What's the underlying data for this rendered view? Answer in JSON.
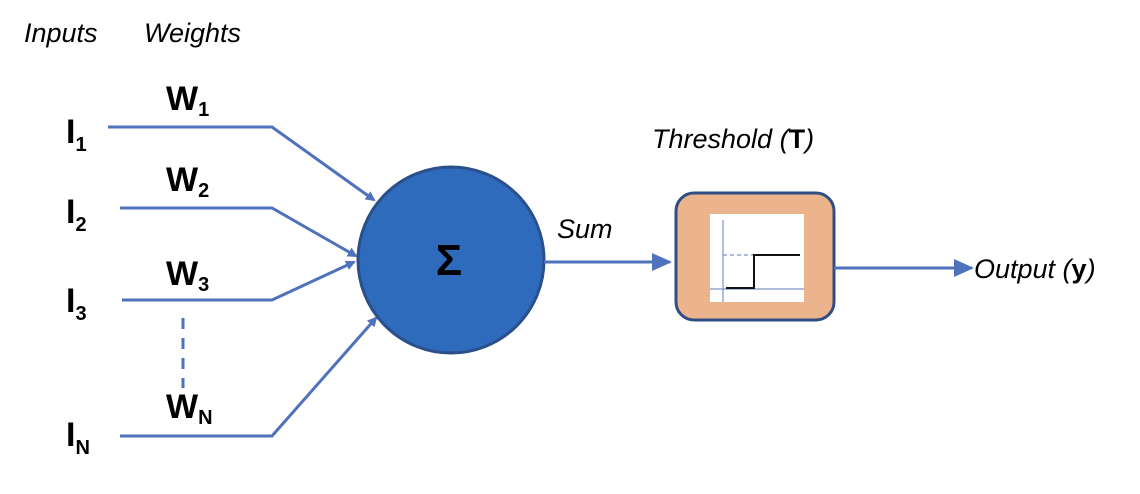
{
  "headers": {
    "inputs": "Inputs",
    "weights": "Weights"
  },
  "inputs": [
    {
      "main": "I",
      "sub": "1"
    },
    {
      "main": "I",
      "sub": "2"
    },
    {
      "main": "I",
      "sub": "3"
    },
    {
      "main": "I",
      "sub": "N"
    }
  ],
  "weights": [
    {
      "main": "W",
      "sub": "1"
    },
    {
      "main": "W",
      "sub": "2"
    },
    {
      "main": "W",
      "sub": "3"
    },
    {
      "main": "W",
      "sub": "N"
    }
  ],
  "summation": {
    "symbol": "Σ"
  },
  "sum_label": "Sum",
  "threshold": {
    "prefix": "Threshold (",
    "symbol": "T",
    "suffix": ")"
  },
  "output": {
    "prefix": "Output (",
    "symbol": "y",
    "suffix": ")"
  },
  "colors": {
    "wire": "#4f72bc",
    "neuron_fill": "#2e6bbd",
    "neuron_stroke": "#2a4f8a",
    "threshold_fill": "#ecb48c",
    "threshold_stroke": "#2f4f84"
  }
}
